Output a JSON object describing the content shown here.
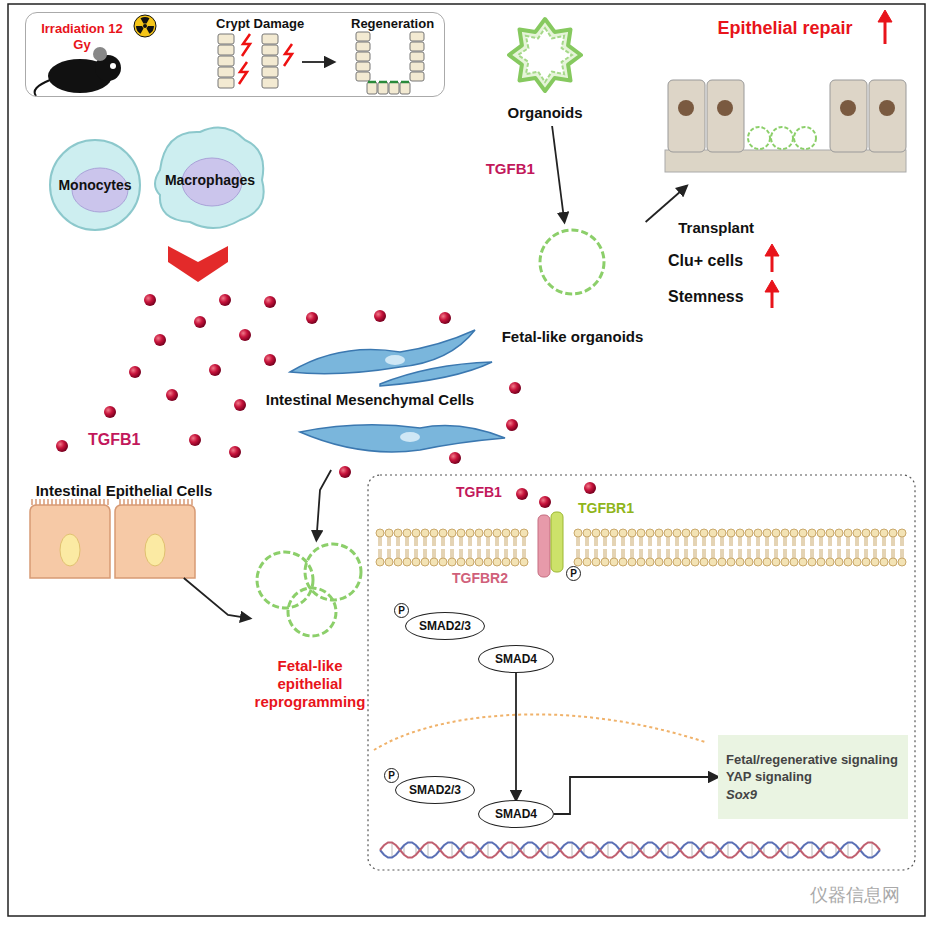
{
  "diagram": {
    "nodes": [
      {
        "text": [
          "Irradiation 12 Gy",
          "Crypt Damage",
          "Regeneration"
        ]
      },
      {
        "text": [
          "Monocytes"
        ]
      },
      {
        "text": [
          "Macrophages"
        ]
      },
      {
        "text": [
          "Intestinal Mesenchymal Cells"
        ]
      },
      {
        "text": [
          "Intestinal Epithelial Cells"
        ]
      },
      {
        "text": [
          "Fetal-like epithelial reprogramming"
        ]
      },
      {
        "text": [
          "Organoids"
        ]
      },
      {
        "text": [
          "Fetal-like organoids"
        ]
      },
      {
        "text": [
          "Epithelial repair"
        ]
      },
      {
        "text": [
          "SMAD2/3"
        ]
      },
      {
        "text": [
          "SMAD4"
        ]
      },
      {
        "text": [
          "SMAD2/3"
        ]
      },
      {
        "text": [
          "SMAD4"
        ]
      },
      {
        "text": [
          "Fetal/regenerative signaling",
          "YAP signaling",
          "Sox9"
        ]
      }
    ],
    "edges": [
      {
        "from": 3,
        "to": 5,
        "arrow": "to"
      },
      {
        "from": 4,
        "to": 5,
        "arrow": "to"
      },
      {
        "from": 6,
        "to": 7,
        "label": "TGFB1",
        "arrow": "to"
      },
      {
        "from": 7,
        "to": 8,
        "label": "Transplant",
        "arrow": "to"
      },
      {
        "from": 10,
        "to": 12,
        "arrow": "to"
      },
      {
        "from": 12,
        "to": 13,
        "arrow": "to"
      }
    ],
    "labels": [
      "TGFB1",
      "TGFB1",
      "TGFBR1",
      "TGFBR2",
      "P",
      "P",
      "P",
      "Clu+ cells",
      "Stemness",
      "仪器信息网"
    ]
  }
}
